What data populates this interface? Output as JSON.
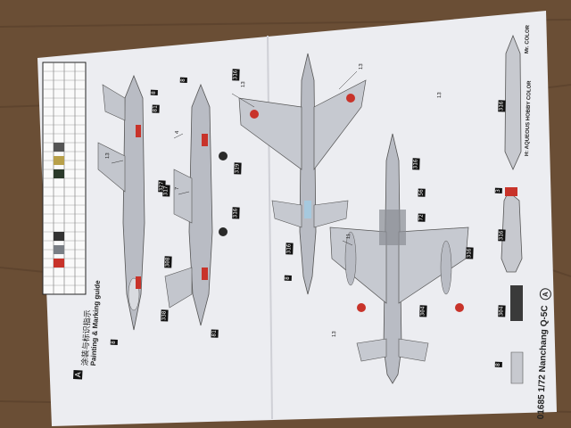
{
  "sheet": {
    "title_cn": "涂装与标识指示",
    "title_en": "Painting & Marking guide",
    "section_badge": "A",
    "product_line": "01685 1/72 Nanchang Q-5C",
    "variant": "A",
    "legend": {
      "hobby_label": "H: AQUEOUS HOBBY COLOR",
      "mr_label": "Mr. COLOR"
    }
  },
  "codes": {
    "side_upper": [
      "8",
      "81",
      "327",
      "319",
      "316"
    ],
    "side_lower": [
      "8",
      "317",
      "308",
      "338",
      "81"
    ],
    "top_view": [
      "8",
      "316",
      "316",
      "8"
    ],
    "bottom_view": [
      "316",
      "56",
      "72",
      "316",
      "304"
    ],
    "stores": [
      "316",
      "3",
      "316",
      "304",
      "8"
    ]
  },
  "callouts": [
    "13",
    "13",
    "4",
    "7",
    "13",
    "11",
    "13",
    "13"
  ],
  "colors": {
    "paper": "#efeff2",
    "aircraft": "#b9bcc4",
    "wood": "#6b4f36",
    "star_red": "#c8332a"
  }
}
